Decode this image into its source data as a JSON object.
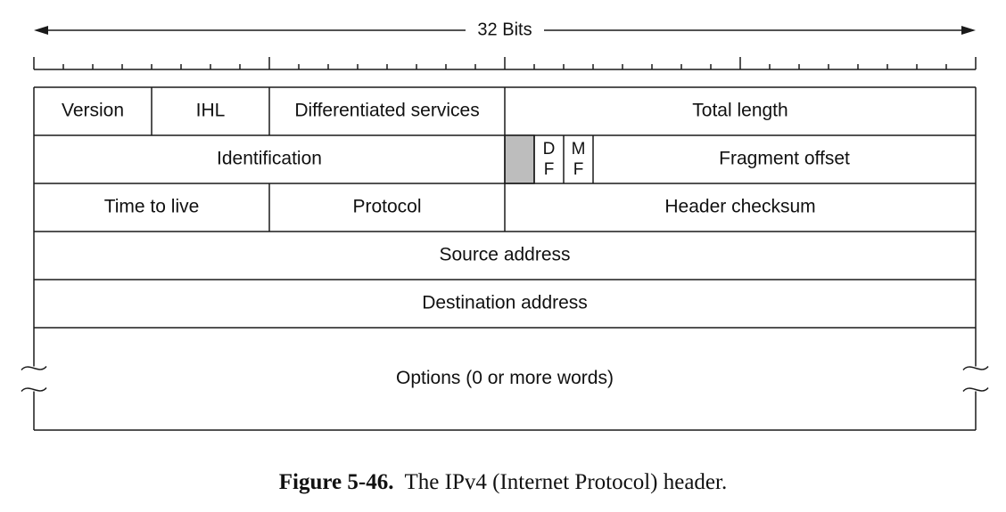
{
  "diagram": {
    "bits_label": "32 Bits",
    "rows": [
      [
        {
          "id": "version",
          "label": "Version",
          "bits": 4
        },
        {
          "id": "ihl",
          "label": "IHL",
          "bits": 4
        },
        {
          "id": "differentiated-services",
          "label": "Differentiated services",
          "bits": 8
        },
        {
          "id": "total-length",
          "label": "Total length",
          "bits": 16
        }
      ],
      [
        {
          "id": "identification",
          "label": "Identification",
          "bits": 16
        },
        {
          "id": "reserved-bit",
          "label": "",
          "bits": 1,
          "shaded": true
        },
        {
          "id": "df-flag",
          "label": "D|F",
          "bits": 1
        },
        {
          "id": "mf-flag",
          "label": "M|F",
          "bits": 1
        },
        {
          "id": "fragment-offset",
          "label": "Fragment offset",
          "bits": 13
        }
      ],
      [
        {
          "id": "time-to-live",
          "label": "Time to live",
          "bits": 8
        },
        {
          "id": "protocol",
          "label": "Protocol",
          "bits": 8
        },
        {
          "id": "header-checksum",
          "label": "Header checksum",
          "bits": 16
        }
      ],
      [
        {
          "id": "source-address",
          "label": "Source address",
          "bits": 32
        }
      ],
      [
        {
          "id": "destination-address",
          "label": "Destination address",
          "bits": 32
        }
      ],
      [
        {
          "id": "options",
          "label": "Options (0 or more words)",
          "bits": 32,
          "open": true
        }
      ]
    ]
  },
  "caption": {
    "figure_number": "Figure 5-46.",
    "text": "The IPv4 (Internet Protocol) header."
  },
  "colors": {
    "line": "#1a1a1a",
    "shaded": "#bdbdbd"
  }
}
